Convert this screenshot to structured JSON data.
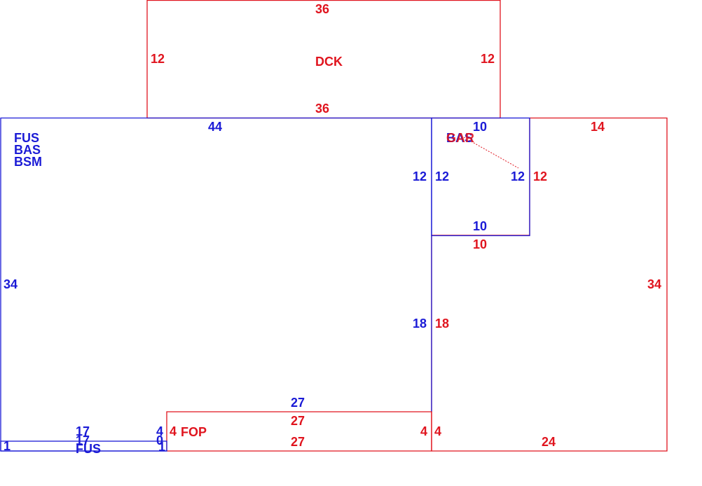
{
  "colors": {
    "primary": "#1a1ad6",
    "secondary": "#e0141e",
    "background": "#ffffff"
  },
  "areas": {
    "main_codes": [
      "FUS",
      "BAS",
      "BSM"
    ],
    "deck": "DCK",
    "garage_a": "BAS",
    "garage_b": "GAR",
    "porch": "FOP",
    "strip": "FUS"
  },
  "dimensions": {
    "deck_top": "36",
    "deck_bottom": "36",
    "deck_left": "12",
    "deck_right": "12",
    "main_top": "44",
    "main_left": "34",
    "bump_top_blue": "10",
    "bump_left_blue": "12",
    "bump_left_red": "12",
    "bump_right_blue": "12",
    "bump_right_red": "12",
    "bump_bottom_blue": "10",
    "bump_bottom_red": "10",
    "garage_top": "14",
    "garage_right": "34",
    "garage_bottom": "24",
    "wall_blue": "18",
    "wall_red": "18",
    "porch_top_blue": "27",
    "porch_top_red": "27",
    "porch_bottom": "27",
    "porch_left_blue": "4",
    "porch_left_red": "4",
    "porch_right_red": "4",
    "porch_right_blue": "4",
    "strip_top": "17",
    "strip_mid": "17",
    "strip_left": "1",
    "strip_right": "1",
    "strip_zero": "0"
  }
}
